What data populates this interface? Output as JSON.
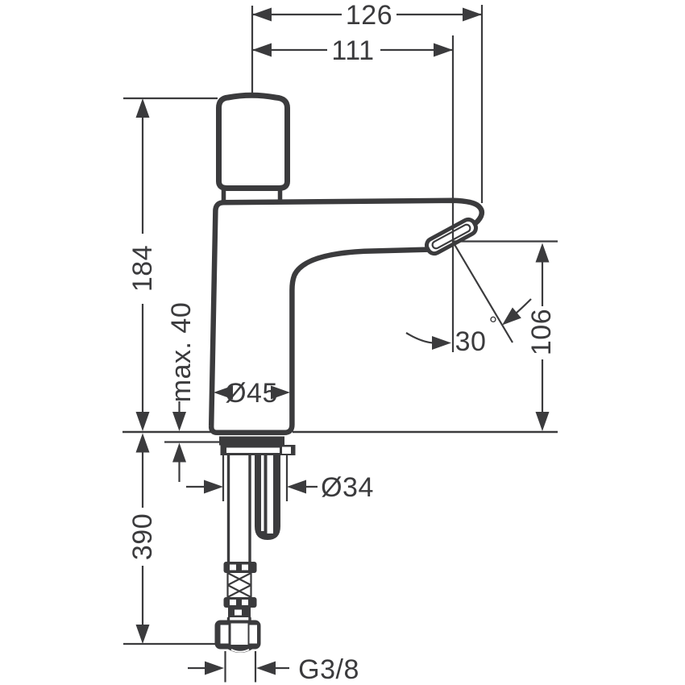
{
  "colors": {
    "line": "#3b3b3d",
    "background": "#ffffff"
  },
  "drawing": {
    "type": "technical-dimension-drawing",
    "subject": "single-hole basin mixer faucet, side elevation with mounting shank and supply hose",
    "units": "mm"
  },
  "labels": {
    "width_total": "126",
    "width_spout": "111",
    "height_above_deck": "184",
    "mount_thickness": "max. 40",
    "body_diameter": "Ø45",
    "angle_value": "30",
    "angle_unit": "°",
    "spout_height": "106",
    "below_deck_length": "390",
    "shank_diameter": "Ø34",
    "thread_size": "G3/8"
  }
}
